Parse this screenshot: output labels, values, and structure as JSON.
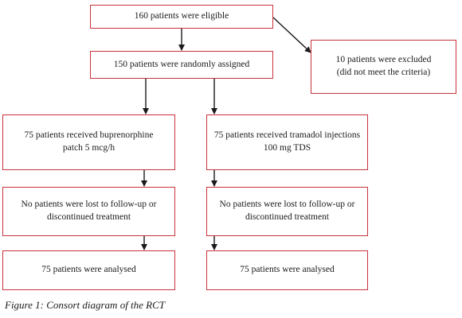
{
  "colors": {
    "box_border": "#c8323c",
    "arrow": "#1a1a1a"
  },
  "boxes": {
    "eligible": {
      "lines": [
        "160 patients were eligible"
      ]
    },
    "randomized": {
      "lines": [
        "150 patients were randomly assigned"
      ]
    },
    "excluded": {
      "lines": [
        "10 patients were excluded",
        "(did not meet the criteria)"
      ]
    },
    "bup_received": {
      "lines": [
        "75 patients received buprenorphine",
        "patch 5 mcg/h"
      ]
    },
    "tram_received": {
      "lines": [
        "75 patients received tramadol injections",
        "100 mg TDS"
      ]
    },
    "bup_followup": {
      "lines": [
        "No patients were lost to follow-up or",
        "discontinued treatment"
      ]
    },
    "tram_followup": {
      "lines": [
        "No patients were lost to follow-up or",
        "discontinued treatment"
      ]
    },
    "bup_analysed": {
      "lines": [
        "75 patients were analysed"
      ]
    },
    "tram_analysed": {
      "lines": [
        "75 patients were analysed"
      ]
    }
  },
  "caption": "Figure 1: Consort diagram of the RCT"
}
